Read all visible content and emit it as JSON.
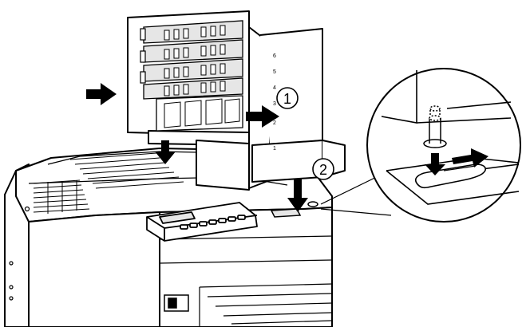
{
  "figure": {
    "steps": [
      {
        "number": "1"
      },
      {
        "number": "2"
      }
    ],
    "bin_level_labels": [
      "6",
      "5",
      "4",
      "3",
      "2",
      "1"
    ],
    "ink_color": "#000000",
    "fill_gray": "#e6e6e6",
    "paper_color": "#ffffff"
  }
}
